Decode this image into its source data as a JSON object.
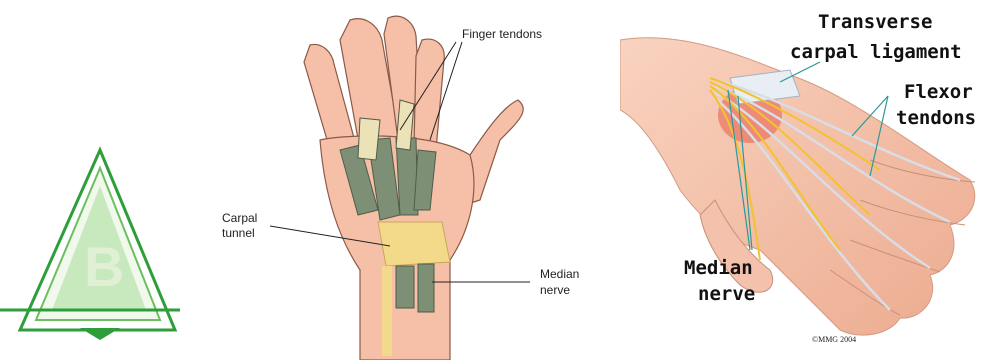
{
  "logo": {
    "letter": "B",
    "color": "#2e9e3a"
  },
  "palm_diagram": {
    "labels": {
      "finger_tendons": "Finger tendons",
      "carpal_tunnel_line1": "Carpal",
      "carpal_tunnel_line2": "tunnel",
      "median_nerve_line1": "Median",
      "median_nerve_line2": "nerve"
    }
  },
  "wrist_diagram": {
    "labels": {
      "transverse_line1": "Transverse",
      "transverse_line2": "carpal ligament",
      "flexor_line1": "Flexor",
      "flexor_line2": "tendons",
      "median_line1": "Median",
      "median_line2": "nerve"
    },
    "credit": "©MMG 2004"
  },
  "colors": {
    "skin": "#f6bfa8",
    "skin_outline": "#8a5a48",
    "tendon": "#7d8f74",
    "tunnel": "#f3d98a",
    "nerve": "#f2c230",
    "leader_teal": "#2a9a98"
  }
}
